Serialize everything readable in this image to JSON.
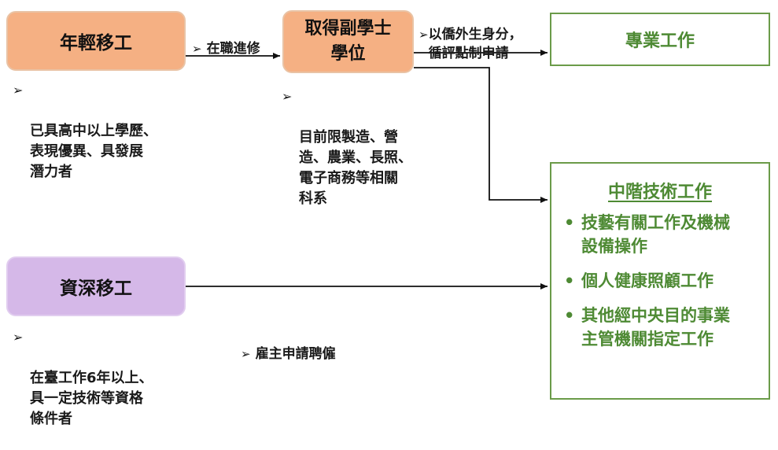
{
  "boxes": {
    "young_worker": "年輕移工",
    "degree": "取得副學士\n學位",
    "senior_worker": "資深移工",
    "professional": "專業工作"
  },
  "notes": {
    "young_req": "已具高中以上學歷、\n表現優異、具發展\n潛力者",
    "degree_fields": "目前限製造、營\n造、農業、長照、\n電子商務等相關\n科系",
    "senior_req": "在臺工作6年以上、\n具一定技術等資格\n條件者"
  },
  "arrow_labels": {
    "in_service": "在職進修",
    "overseas": "以僑外生身分，\n循評點制申請",
    "employer": "雇主申請聘僱"
  },
  "mid_panel": {
    "title": "中階技術工作",
    "items": [
      "技藝有關工作及機械\n設備操作",
      "個人健康照顧工作",
      "其他經中央目的事業\n主管機關指定工作"
    ]
  },
  "icons": {
    "bullet": "triangle-right-icon"
  },
  "colors": {
    "orange": "#f5b083",
    "purple": "#d5b8e8",
    "green": "#4e8a34"
  }
}
